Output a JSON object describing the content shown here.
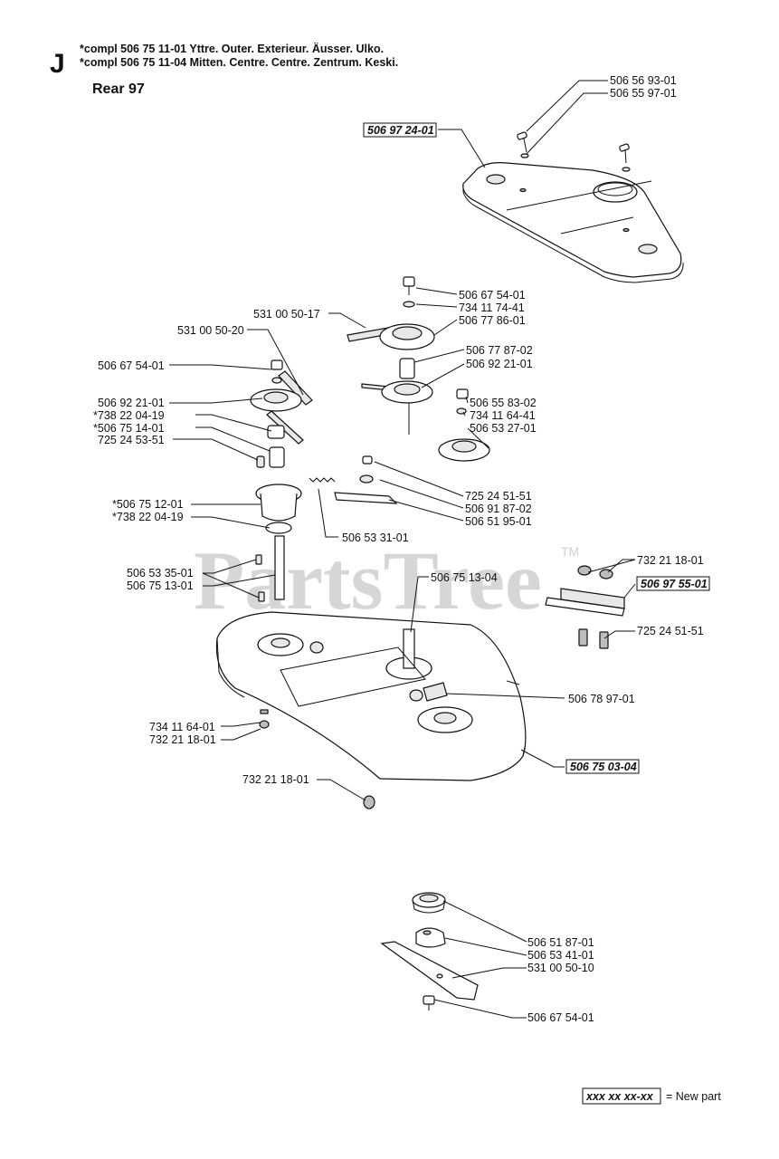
{
  "header": {
    "section_letter": "J",
    "line1": "*compl 506 75 11-01  Yttre. Outer. Exterieur. Äusser. Ulko.",
    "line2": "*compl 506 75 11-04  Mitten. Centre. Centre. Zentrum. Keski.",
    "subtitle": "Rear 97"
  },
  "watermark": {
    "text": "PartsTree",
    "tm": "TM"
  },
  "part_labels": [
    "506 56 93-01",
    "506 55 97-01",
    "506 97 24-01",
    "506 67 54-01",
    "734 11 74-41",
    "531 00 50-17",
    "506 77 86-01",
    "531 00 50-20",
    "506 77 87-02",
    "506 92 21-01",
    "506 67 54-01",
    "506 92 21-01",
    "506 55 83-02",
    "*738 22 04-19",
    "734 11 64-41",
    "*506 75 14-01",
    "506 53 27-01",
    "725 24 53-51",
    "725 24 51-51",
    "*506 75 12-01",
    "506 91 87-02",
    "*738 22 04-19",
    "506 51 95-01",
    "506 53 31-01",
    "732 21 18-01",
    "506 53 35-01",
    "506 75 13-04",
    "506 75 13-01",
    "506 97 55-01",
    "725 24 51-51",
    "506 78 97-01",
    "734 11 64-01",
    "732 21 18-01",
    "506 75 03-04",
    "732 21 18-01",
    "506 51 87-01",
    "506 53 41-01",
    "531 00 50-10",
    "506 67 54-01"
  ],
  "legend": {
    "sample": "xxx xx xx-xx",
    "text": "= New part"
  }
}
